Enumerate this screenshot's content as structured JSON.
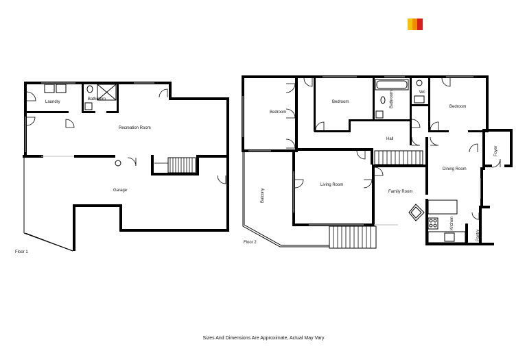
{
  "logo": {
    "colors": [
      "#f5c400",
      "#f08c00",
      "#d81e1e"
    ]
  },
  "floor1": {
    "label": "Floor 1",
    "rooms": {
      "laundry": "Laundry",
      "bathroom": "Bathroom",
      "recreation": "Recreation Room",
      "garage": "Garage"
    }
  },
  "floor2": {
    "label": "Floor 2",
    "rooms": {
      "bedroom1": "Bedroom",
      "bedroom2": "Bedroom",
      "bathroom": "Bathroom",
      "wc": "Wc",
      "bedroom3": "Bedroom",
      "hall": "Hall",
      "foyer": "Foyer",
      "dining": "Dining Room",
      "living": "Living Room",
      "family": "Family Room",
      "balcony": "Balcony",
      "kitchen": "Kitchen",
      "pantry": "Pantry"
    }
  },
  "footer": "Sizes And Dimensions Are Approximate, Actual May Vary"
}
